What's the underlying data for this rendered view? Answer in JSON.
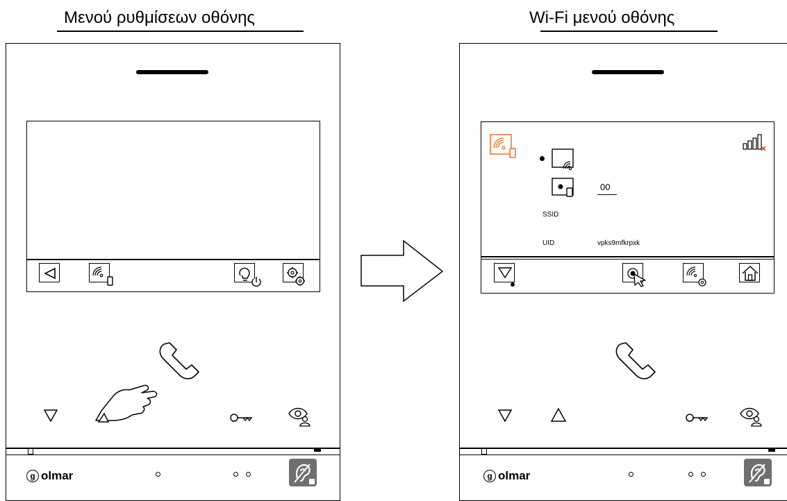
{
  "left": {
    "title": "Μενού ρυθμίσεων οθόνης",
    "logo": "olmar",
    "logo_initial": "g"
  },
  "right": {
    "title": "Wi-Fi μενού οθόνης",
    "logo": "olmar",
    "logo_initial": "g",
    "device_number": "00",
    "ssid_label": "SSID",
    "ssid_value": "",
    "uid_label": "UID",
    "uid_value": "vpks9mfkrpxk"
  },
  "colors": {
    "accent": "#f26a21",
    "hearing_badge": "#6f6f6f"
  },
  "icons": [
    "back-arrow-icon",
    "wifi-device-icon",
    "light-power-icon",
    "settings-gear-icon",
    "wifi-signal-icon",
    "down-icon",
    "touch-select-icon",
    "wifi-settings-icon",
    "home-icon",
    "handset-icon",
    "triangle-down-icon",
    "triangle-up-icon",
    "key-icon",
    "eye-user-icon",
    "hand-pointer-icon",
    "hearing-loop-icon",
    "transition-arrow-icon"
  ]
}
